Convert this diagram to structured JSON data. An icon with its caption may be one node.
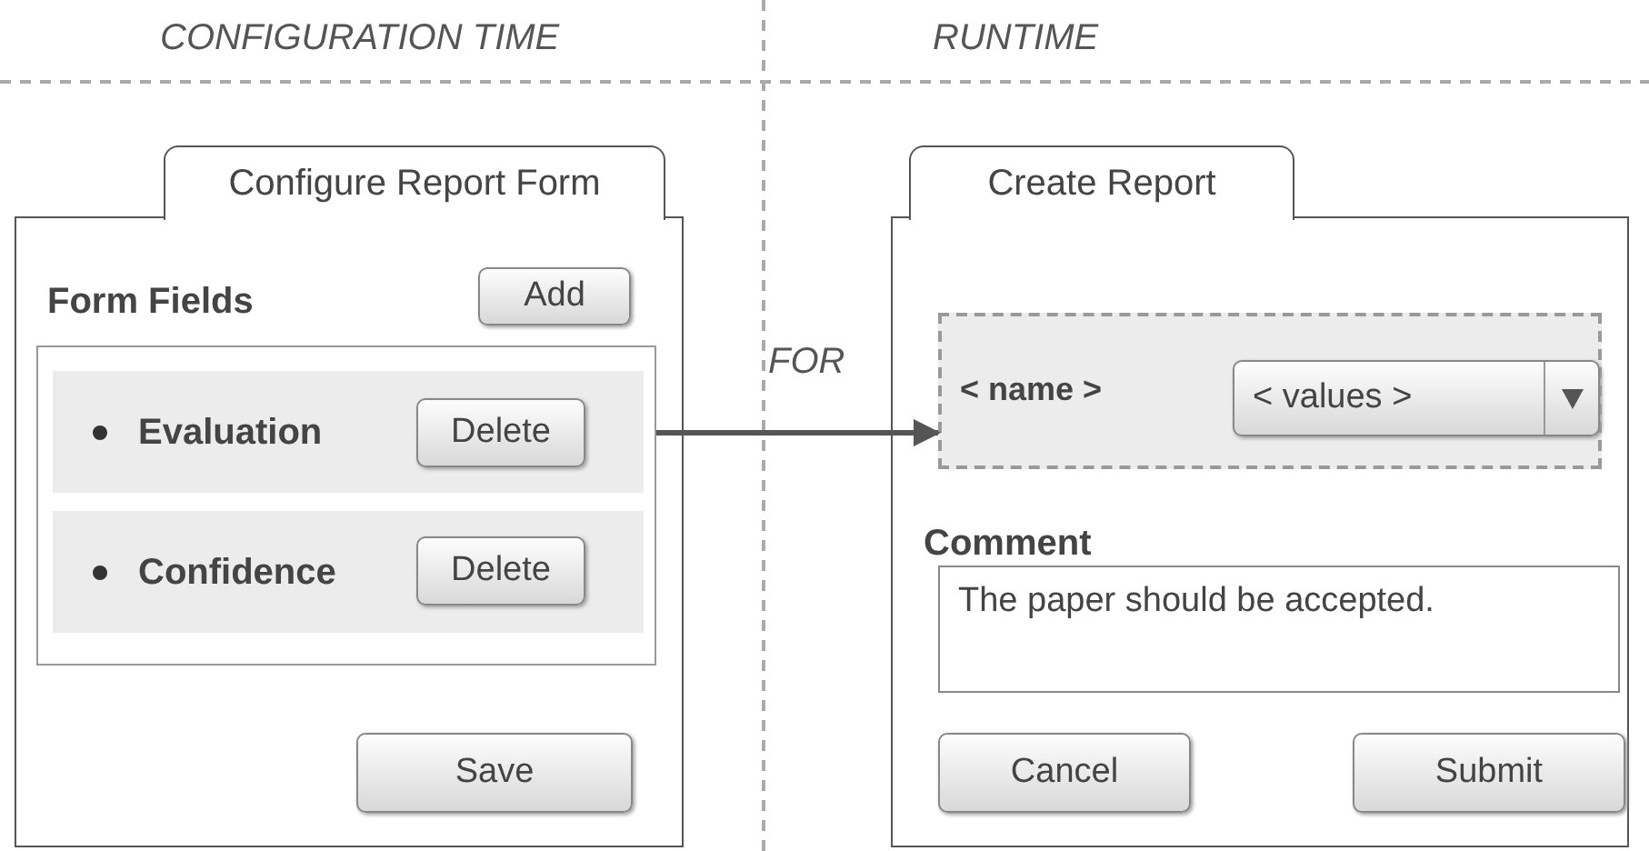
{
  "diagram": {
    "nodes": [
      {
        "text": [
          "Configure Report Form",
          "Form Fields"
        ]
      },
      {
        "text": [
          "Add"
        ],
        "in": 0
      },
      {
        "text": [],
        "shape": "box",
        "in": 0
      },
      {
        "text": [
          "Evaluation"
        ],
        "in": 2
      },
      {
        "text": [
          "Delete"
        ],
        "in": 3
      },
      {
        "text": [
          "Confidence"
        ],
        "in": 2
      },
      {
        "text": [
          "Delete"
        ],
        "in": 5
      },
      {
        "text": [
          "Save"
        ],
        "in": 0
      },
      {
        "text": [
          "Create Report",
          "Comment"
        ]
      },
      {
        "text": [
          "< name >"
        ],
        "in": 8
      },
      {
        "text": [
          "< values >"
        ],
        "in": 9
      },
      {
        "text": [
          "The paper should be accepted."
        ],
        "in": 8
      },
      {
        "text": [
          "Cancel"
        ],
        "in": 8
      },
      {
        "text": [
          "Submit"
        ],
        "in": 8
      }
    ],
    "edges": [
      {
        "from": 2,
        "to": 9,
        "arrow": "to",
        "label": "FOR"
      }
    ],
    "labels": [
      "CONFIGURATION TIME",
      "RUNTIME"
    ]
  }
}
